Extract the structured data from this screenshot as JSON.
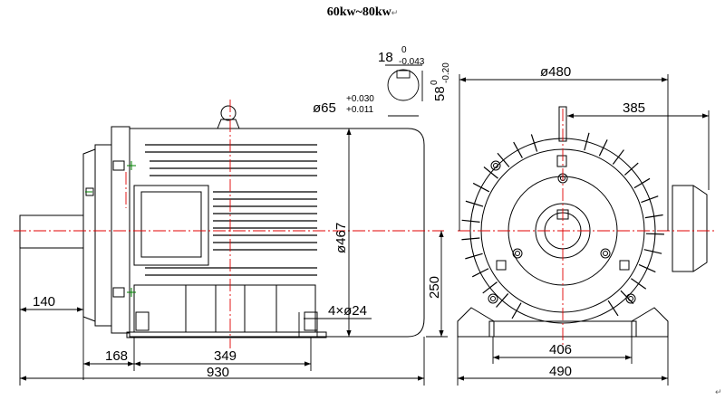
{
  "title": "60kw~80kw",
  "title_mark": "↵",
  "corner_mark": "↵",
  "colors": {
    "line": "#000000",
    "centerline": "#e00000",
    "green": "#008000"
  },
  "dimensions": {
    "key_width": "18",
    "key_width_tol_upper": "0",
    "key_width_tol_lower": "-0.043",
    "key_depth": "58",
    "key_depth_tol_upper": "0",
    "key_depth_tol_lower": "-0.20",
    "shaft_dia": "ø65",
    "shaft_tol_upper": "+0.030",
    "shaft_tol_lower": "+0.011",
    "body_dia": "ø467",
    "end_dia": "ø480",
    "end_offset": "385",
    "shaft_length": "140",
    "foot_offset": "168",
    "foot_spacing": "349",
    "total_length": "930",
    "center_height": "250",
    "bolt_holes": "4×ø24",
    "foot_width": "406",
    "base_width": "490"
  }
}
